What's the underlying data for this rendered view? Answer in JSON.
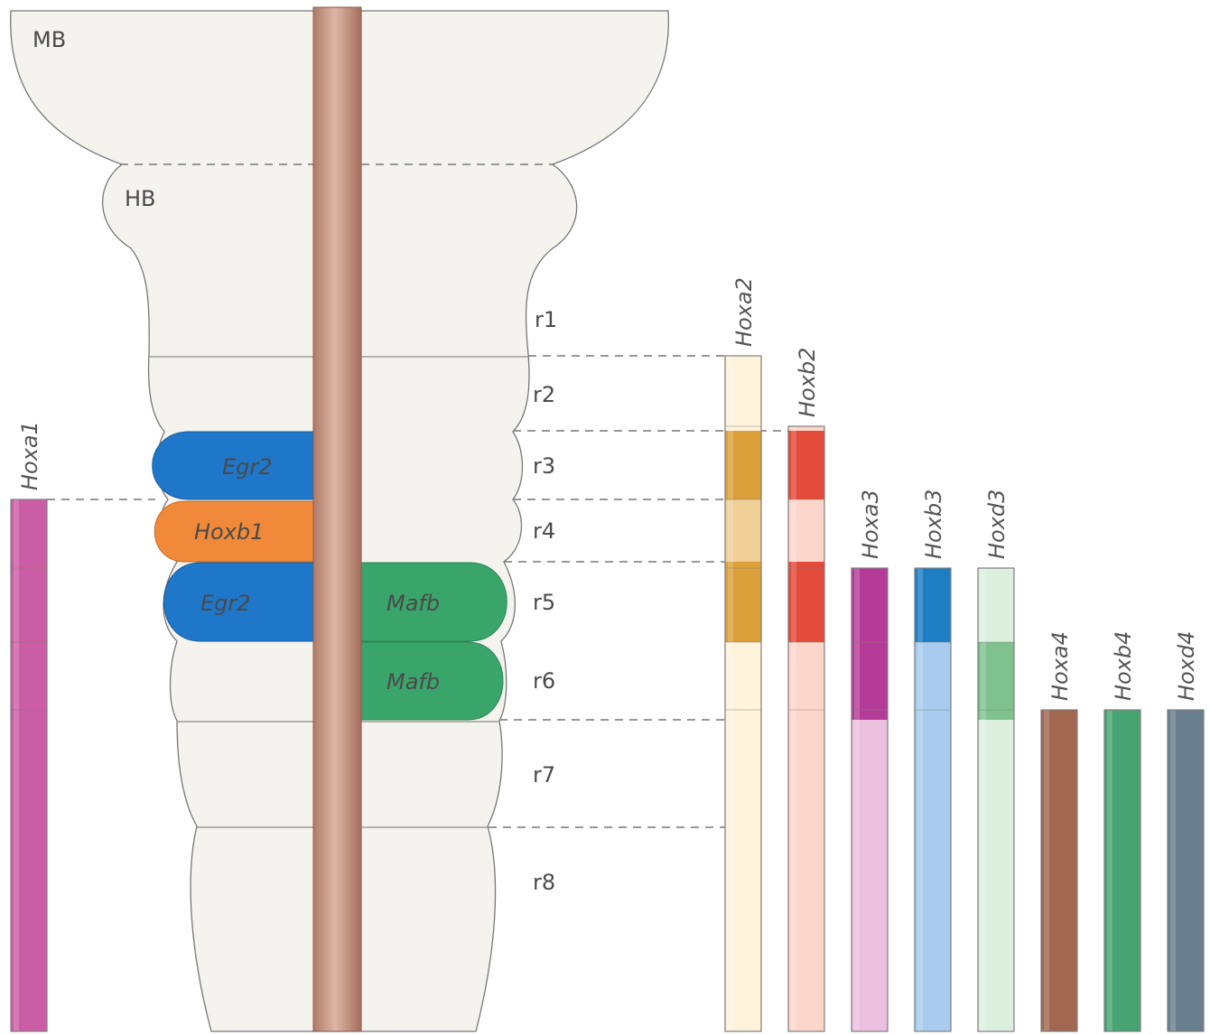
{
  "regions": {
    "midbrain": "MB",
    "hindbrain": "HB"
  },
  "rhombomeres": [
    "r1",
    "r2",
    "r3",
    "r4",
    "r5",
    "r6",
    "r7",
    "r8"
  ],
  "domains": [
    {
      "label": "Egr2",
      "rhombomere": "r3",
      "side": "left",
      "color": "#1f77c9"
    },
    {
      "label": "Hoxb1",
      "rhombomere": "r4",
      "side": "left",
      "color": "#f08a3a"
    },
    {
      "label": "Egr2",
      "rhombomere": "r5",
      "side": "left",
      "color": "#1f77c9"
    },
    {
      "label": "Mafb",
      "rhombomere": "r5",
      "side": "right",
      "color": "#3aa56a"
    },
    {
      "label": "Mafb",
      "rhombomere": "r6",
      "side": "right",
      "color": "#3aa56a"
    }
  ],
  "genes": [
    {
      "name": "Hoxa1",
      "anterior_boundary": "r3/r4",
      "color": "#c8559e",
      "light": "#e5a6cf"
    },
    {
      "name": "Hoxa2",
      "anterior_boundary": "r1/r2",
      "color": "#f3e3b6",
      "light": "#fff3dc",
      "strong": [
        "r3",
        "r5"
      ],
      "strong_color": "#dba03a",
      "mid": [
        "r4"
      ],
      "mid_color": "#efcf96"
    },
    {
      "name": "Hoxb2",
      "anterior_boundary": "r2/r3",
      "color": "#f6b6a6",
      "light": "#fcd6cb",
      "strong": [
        "r3",
        "r5"
      ],
      "strong_color": "#e24a3a"
    },
    {
      "name": "Hoxa3",
      "anterior_boundary": "r4/r5",
      "color": "#b43c98",
      "light": "#ecc0df",
      "strong": [
        "r5",
        "r6"
      ]
    },
    {
      "name": "Hoxb3",
      "anterior_boundary": "r4/r5",
      "color": "#1d7ec4",
      "light": "#a9ccee",
      "strong": [
        "r5"
      ]
    },
    {
      "name": "Hoxd3",
      "anterior_boundary": "r4/r5",
      "color": "#7fc28f",
      "light": "#dcefdf",
      "strong": [
        "r6"
      ]
    },
    {
      "name": "Hoxa4",
      "anterior_boundary": "r6/r7",
      "color": "#9a5e48",
      "light": "#c79a86"
    },
    {
      "name": "Hoxb4",
      "anterior_boundary": "r6/r7",
      "color": "#3b9c69",
      "light": "#8fd0aa"
    },
    {
      "name": "Hoxd4",
      "anterior_boundary": "r6/r7",
      "color": "#5f7585",
      "light": "#a6b4be"
    }
  ]
}
